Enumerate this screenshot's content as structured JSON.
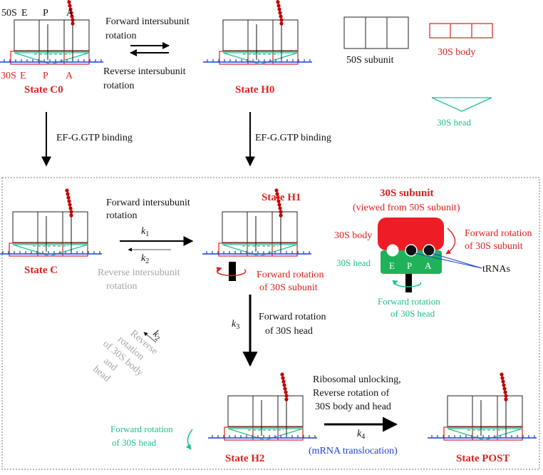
{
  "labels": {
    "top_50s": "50S",
    "top_e": "E",
    "top_p": "P",
    "top_a": "A",
    "bottom_30s": "30S",
    "bottom_e": "E",
    "bottom_p": "P",
    "bottom_a": "A",
    "forward_rot_line1": "Forward intersubunit",
    "forward_rot_line2": "rotation",
    "reverse_rot_line1": "Reverse intersubunit",
    "reverse_rot_line2": "rotation",
    "state_c0": "State C0",
    "state_h0": "State H0",
    "legend_50s": "50S subunit",
    "legend_30s_body": "30S body",
    "legend_30s_head": "30S head",
    "efg_left": "EF-G.GTP binding",
    "efg_right": "EF-G.GTP binding",
    "state_c": "State C",
    "state_h1": "State H1",
    "fwd2_line1": "Forward intersubunit",
    "fwd2_line2": "rotation",
    "k1": "k1",
    "k2": "k2",
    "rev2_line1": "Reverse intersubunit",
    "rev2_line2": "rotation",
    "fwd_30s_sub_line1": "Forward rotation",
    "fwd_30s_sub_line2": "of 30S subunit",
    "inset_title_line1": "30S subunit",
    "inset_title_line2": "(viewed from 50S subunit)",
    "inset_body": "30S body",
    "inset_head": "30S head",
    "inset_e": "E",
    "inset_p": "P",
    "inset_a": "A",
    "inset_fwd_sub_line1": "Forward rotation",
    "inset_fwd_sub_line2": "of 30S subunit",
    "inset_trnas": "tRNAs",
    "inset_fwd_head_line1": "Forward rotation",
    "inset_fwd_head_line2": "of 30S head",
    "k3": "k3",
    "fwd_head_line1": "Forward rotation",
    "fwd_head_line2": "of 30S head",
    "k2b": "k2",
    "rev_diag_line1": "Reverse",
    "rev_diag_line2": "rotation",
    "rev_diag_line3": "of 30S body",
    "rev_diag_line4": "and",
    "rev_diag_line5": "head",
    "unlock_line1": "Ribosomal unlocking,",
    "unlock_line2": "Reverse rotation of",
    "unlock_line3": "30S body and head",
    "k4": "k4",
    "mrna_transloc": "(mRNA translocation)",
    "h2_fwd_head_line1": "Forward rotation",
    "h2_fwd_head_line2": "of 30S head",
    "state_h2": "State H2",
    "state_post": "State POST"
  },
  "colors": {
    "red": "#e02020",
    "green": "#1fbf8f",
    "blue": "#1f3fd6",
    "gray": "#a6a6a6",
    "inset_body_fill": "#ee1c24",
    "inset_head_fill": "#1fb25a",
    "trna_red": "#c00000"
  }
}
